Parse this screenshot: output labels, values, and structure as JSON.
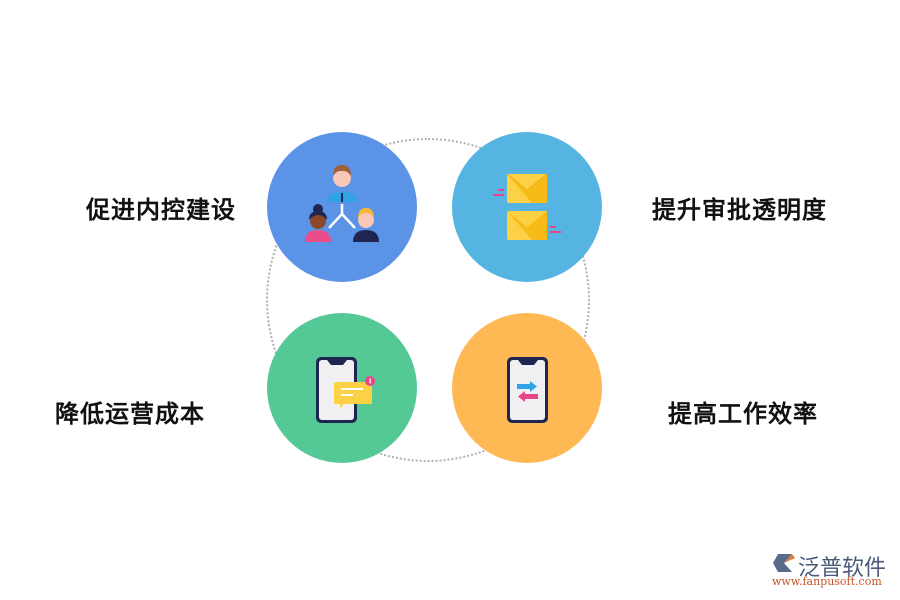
{
  "diagram": {
    "items": [
      {
        "label": "促进内控建设",
        "icon": "people-hierarchy-icon",
        "color": "#5b93e6"
      },
      {
        "label": "提升审批透明度",
        "icon": "envelopes-icon",
        "color": "#56b4e3"
      },
      {
        "label": "降低运营成本",
        "icon": "phone-message-icon",
        "color": "#55c995"
      },
      {
        "label": "提高工作效率",
        "icon": "phone-transfer-icon",
        "color": "#feb955"
      }
    ],
    "badge_count": "1"
  },
  "logo": {
    "name": "泛普软件",
    "url": "www.fanpusoft.com"
  }
}
